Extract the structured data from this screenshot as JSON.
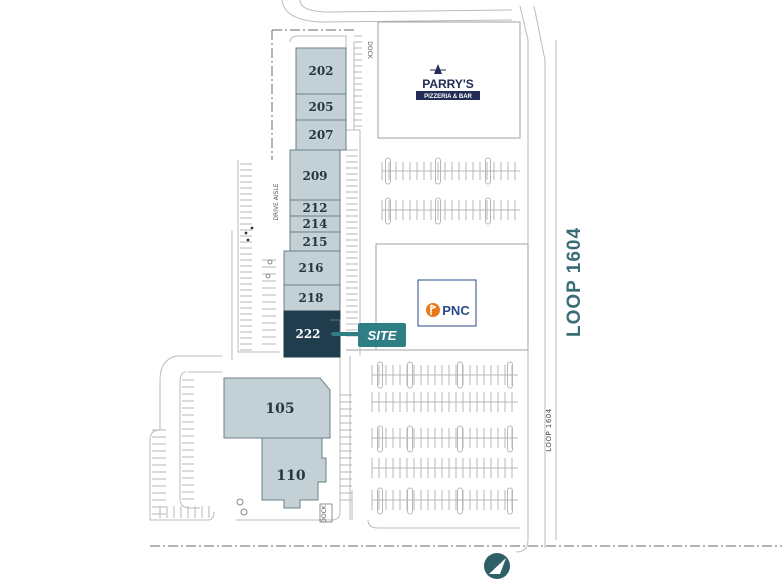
{
  "units": [
    {
      "id": "202",
      "label": "202"
    },
    {
      "id": "205",
      "label": "205"
    },
    {
      "id": "207",
      "label": "207"
    },
    {
      "id": "209",
      "label": "209"
    },
    {
      "id": "212",
      "label": "212"
    },
    {
      "id": "214",
      "label": "214"
    },
    {
      "id": "215",
      "label": "215"
    },
    {
      "id": "216",
      "label": "216"
    },
    {
      "id": "218",
      "label": "218"
    },
    {
      "id": "222",
      "label": "222"
    },
    {
      "id": "105",
      "label": "105"
    },
    {
      "id": "110",
      "label": "110"
    }
  ],
  "site_label": "SITE",
  "highway_label": "LOOP 1604",
  "road_side_label": "LOOP 1604",
  "drive_aisle_label": "DRIVE AISLE",
  "dock_label": "DOCK",
  "tenants": {
    "parrys": {
      "name": "PARRY'S",
      "sub": "PIZZERIA & BAR"
    },
    "pnc": {
      "name": "PNC"
    }
  },
  "icons": {
    "north": "north-arrow-icon",
    "pnc": "pnc-logo-icon",
    "parrys": "parrys-logo-icon"
  },
  "colors": {
    "unit_fill": "#c3d0d6",
    "unit_stroke": "#6d7f88",
    "site_fill": "#1f3d4c",
    "site_tag": "#2f7e86",
    "highway_text": "#3a6d76",
    "pnc_orange": "#e8791c",
    "pnc_blue": "#2b4a8b",
    "parrys_navy": "#222d55"
  }
}
